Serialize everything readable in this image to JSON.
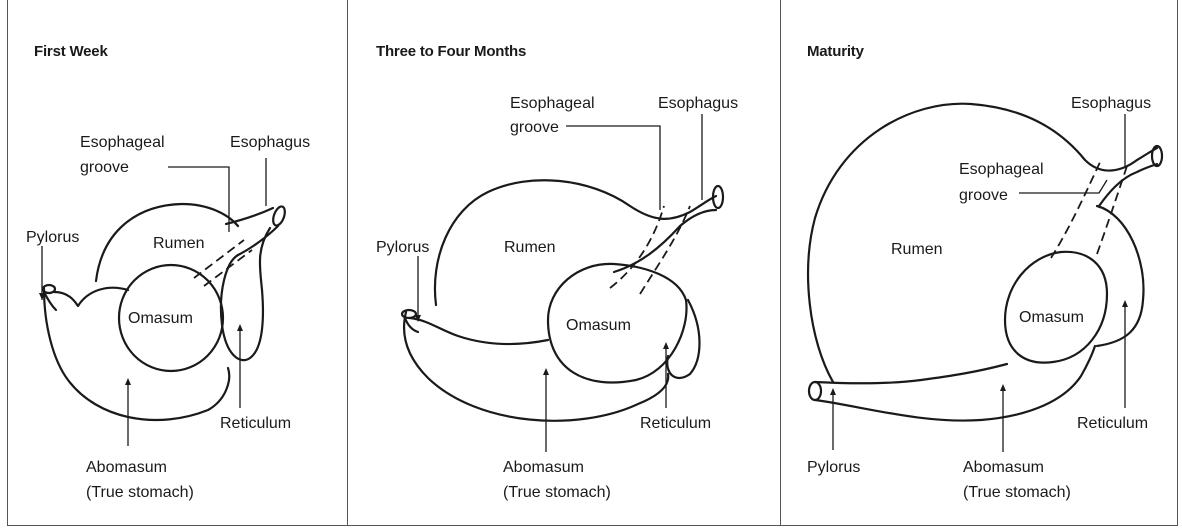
{
  "panels": [
    {
      "title": "First Week",
      "labels": {
        "esophageal_groove_1": "Esophageal",
        "esophageal_groove_2": "groove",
        "esophagus": "Esophagus",
        "pylorus": "Pylorus",
        "rumen": "Rumen",
        "omasum": "Omasum",
        "reticulum": "Reticulum",
        "abomasum_1": "Abomasum",
        "abomasum_2": "(True stomach)"
      }
    },
    {
      "title": "Three to Four Months",
      "labels": {
        "esophageal_groove_1": "Esophageal",
        "esophageal_groove_2": "groove",
        "esophagus": "Esophagus",
        "pylorus": "Pylorus",
        "rumen": "Rumen",
        "omasum": "Omasum",
        "reticulum": "Reticulum",
        "abomasum_1": "Abomasum",
        "abomasum_2": "(True stomach)"
      }
    },
    {
      "title": "Maturity",
      "labels": {
        "esophagus": "Esophagus",
        "esophageal_groove_1": "Esophageal",
        "esophageal_groove_2": "groove",
        "rumen": "Rumen",
        "omasum": "Omasum",
        "reticulum": "Reticulum",
        "pylorus": "Pylorus",
        "abomasum_1": "Abomasum",
        "abomasum_2": "(True stomach)"
      }
    }
  ]
}
